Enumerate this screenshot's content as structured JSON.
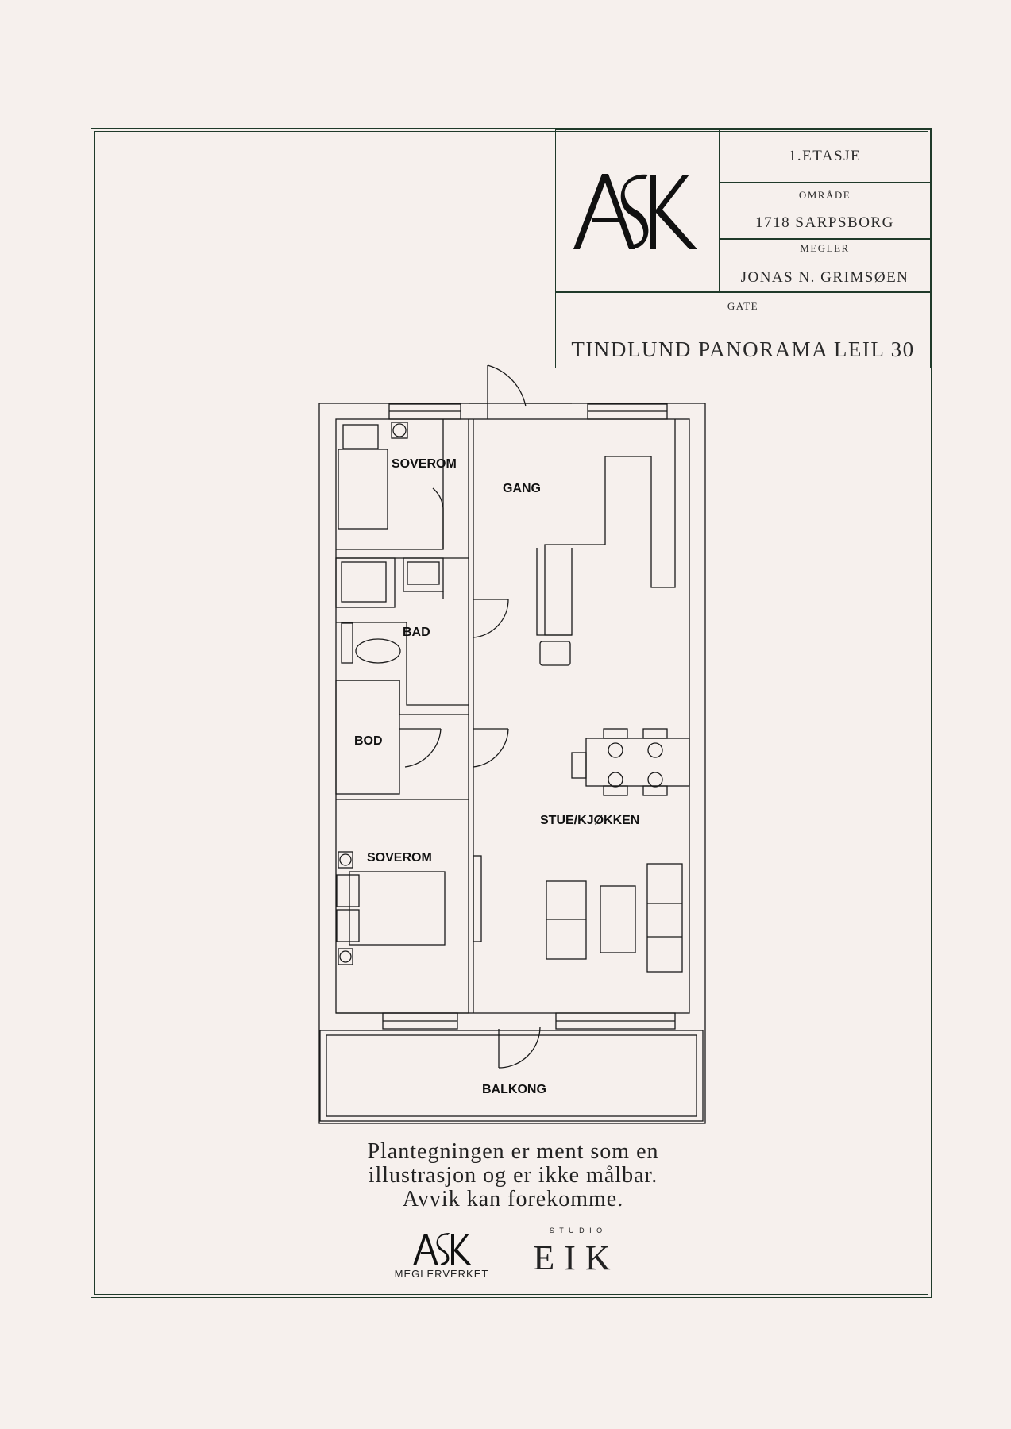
{
  "title_block": {
    "floor": "1.ETASJE",
    "area_label": "OMRÅDE",
    "area_value": "1718 SARPSBORG",
    "broker_label": "MEGLER",
    "broker_value": "JONAS N. GRIMSØEN",
    "street_label": "GATE",
    "street_value": "TINDLUND PANORAMA LEIL 30"
  },
  "logo_top": {
    "text": "ASK"
  },
  "rooms": {
    "bedroom_1": "SOVEROM",
    "hallway": "GANG",
    "bathroom": "BAD",
    "storage": "BOD",
    "living_kitchen": "STUE/KJØKKEN",
    "bedroom_2": "SOVEROM",
    "balcony": "BALKONG"
  },
  "disclaimer": {
    "line1": "Plantegningen er ment som en",
    "line2": "illustrasjon og er ikke målbar.",
    "line3": "Avvik kan forekomme."
  },
  "footer": {
    "ask_logo_text": "ASK",
    "ask_subtitle": "MEGLERVERKET",
    "studio_label": "S T U D I O",
    "studio_name": "EIK"
  },
  "colors": {
    "background": "#f6f0ed",
    "frame": "#1f3a2a",
    "ink": "#1a1a1a"
  }
}
